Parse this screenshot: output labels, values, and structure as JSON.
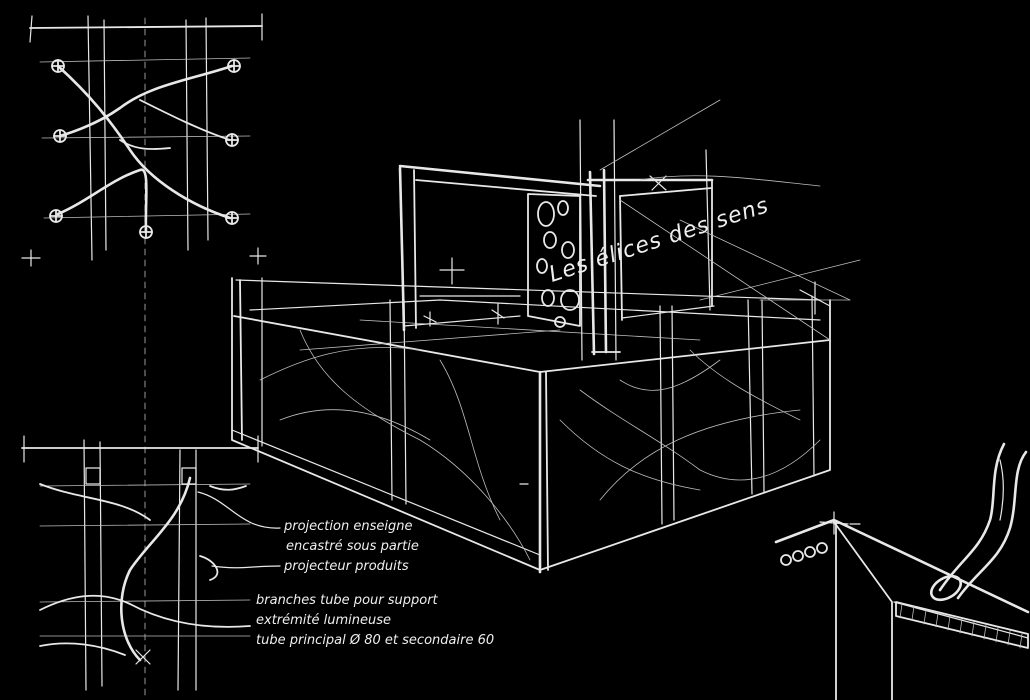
{
  "sign": {
    "text": "Les élices des sens"
  },
  "annotations": {
    "note1_line1": "projection enseigne",
    "note1_line2": "encastré sous partie",
    "note2": "projecteur produits",
    "note3_line1": "branches tube pour support",
    "note3_line2": "extrémité lumineuse",
    "note3_line3": "tube principal Ø 80 et secondaire 60"
  }
}
